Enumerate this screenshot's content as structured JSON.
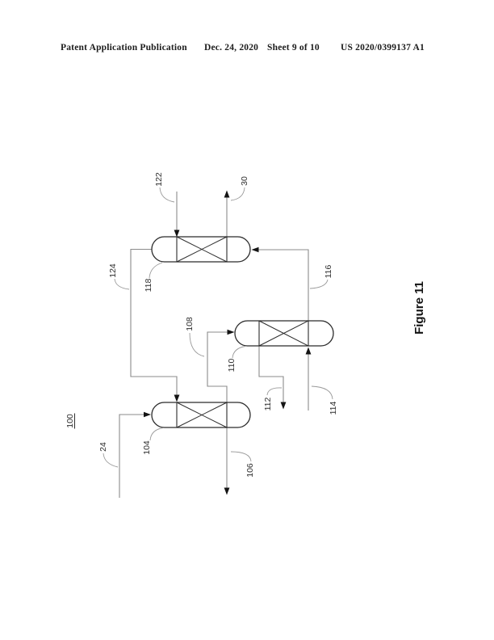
{
  "header": {
    "pub_type": "Patent Application Publication",
    "date": "Dec. 24, 2020",
    "sheet": "Sheet 9 of 10",
    "pub_number": "US 2020/0399137 A1"
  },
  "figure": {
    "caption": "Figure 11",
    "system_ref": "100"
  },
  "refs": {
    "24": "24",
    "30": "30",
    "104": "104",
    "106": "106",
    "108": "108",
    "110": "110",
    "112": "112",
    "114": "114",
    "116": "116",
    "118": "118",
    "122": "122",
    "124": "124"
  },
  "colors": {
    "flow_line": "#8b8b8b",
    "vessel_stroke": "#2b2b2b",
    "arrowhead": "#141414",
    "text": "#2f2f2f"
  }
}
